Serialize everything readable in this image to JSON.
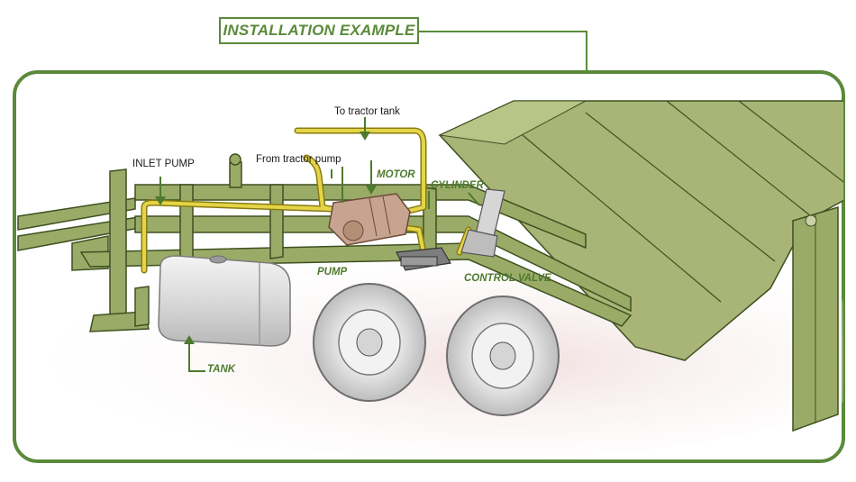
{
  "title": "INSTALLATION EXAMPLE",
  "labels": {
    "to_tractor_tank": "To tractor tank",
    "from_tractor_pump": "From tractor pump",
    "inlet_pump": "INLET PUMP",
    "motor": "MOTOR",
    "cylinder": "CYLINDER",
    "pump": "PUMP",
    "control_valve": "CONTROL VALVE",
    "tank": "TANK"
  },
  "colors": {
    "frame_green": "#5a8a3a",
    "trailer_green": "#9aab68",
    "hose_yellow": "#d4c43a",
    "tire": "#e4e4e4",
    "tank_metal": "#dcdcdc"
  }
}
